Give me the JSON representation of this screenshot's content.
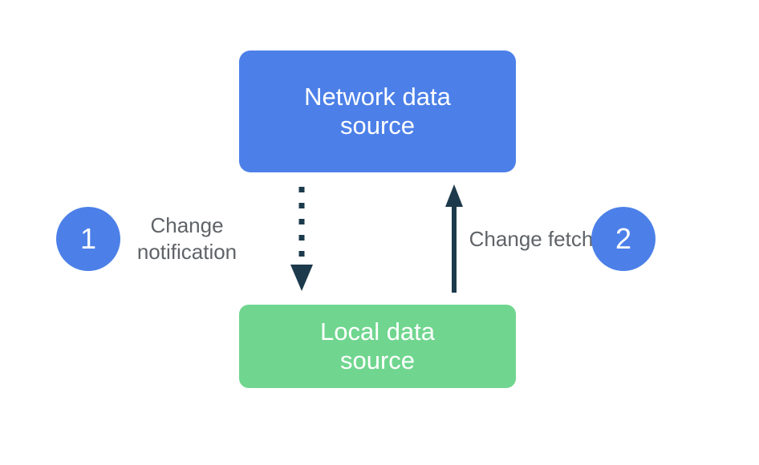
{
  "diagram": {
    "title": "data-sync-flow-diagram",
    "boxes": {
      "network": {
        "label": "Network data source",
        "color": "#4C80E8",
        "text_color": "#ffffff"
      },
      "local": {
        "label": "Local data source",
        "color": "#70D68F",
        "text_color": "#ffffff"
      }
    },
    "steps": {
      "one": {
        "number": "1",
        "label": "Change notification",
        "badge_color": "#4C80E8"
      },
      "two": {
        "number": "2",
        "label": "Change fetch",
        "badge_color": "#4C80E8"
      }
    },
    "arrows": {
      "change_notification": {
        "style": "dotted",
        "direction": "down",
        "from": "Network data source",
        "to": "Local data source",
        "color": "#1C3A4B"
      },
      "change_fetch": {
        "style": "solid",
        "direction": "up",
        "from": "Local data source",
        "to": "Network data source",
        "color": "#1C3A4B"
      }
    },
    "label_text_color": "#5F6368",
    "background_color": "#ffffff"
  }
}
